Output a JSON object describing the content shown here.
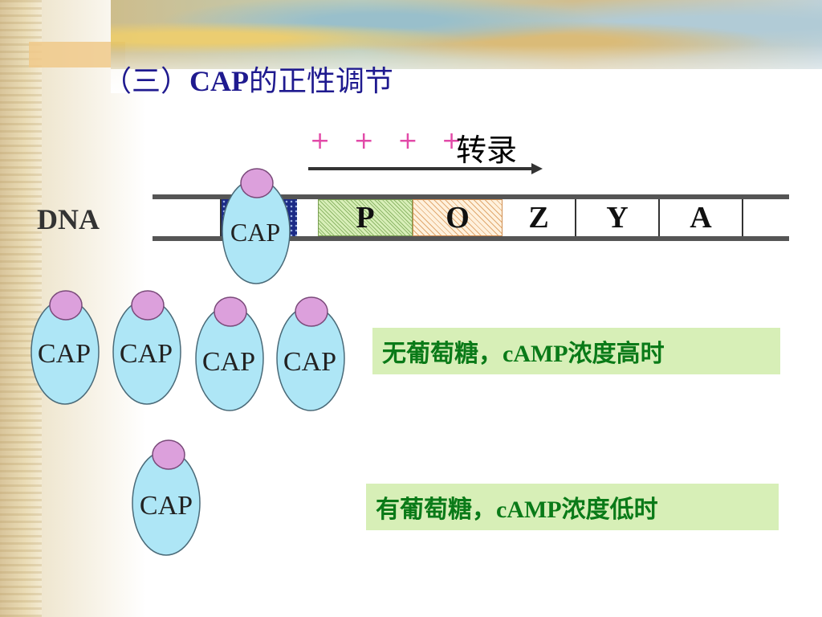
{
  "title": {
    "prefix": "（三）",
    "cap": "CAP",
    "suffix": "的正性调节"
  },
  "transcription": {
    "plus_marks": "+ + + +",
    "label": "转录"
  },
  "dna": {
    "label": "DNA",
    "segments": [
      {
        "key": "p",
        "label": "P"
      },
      {
        "key": "o",
        "label": "O"
      },
      {
        "key": "z",
        "label": "Z"
      },
      {
        "key": "y",
        "label": "Y"
      },
      {
        "key": "a",
        "label": "A"
      }
    ]
  },
  "cap_label": "CAP",
  "colors": {
    "title": "#1f1a8f",
    "plus": "#e24aa8",
    "cap_body": "#aee6f6",
    "cap_head": "#dca0dc",
    "condition_box": "#d7efb7",
    "condition_text": "#0a7a18",
    "binding_site": "#1c2b86"
  },
  "conditions": {
    "no_glucose": "无葡萄糖，cAMP浓度高时",
    "with_glucose": "有葡萄糖，cAMP浓度低时"
  }
}
